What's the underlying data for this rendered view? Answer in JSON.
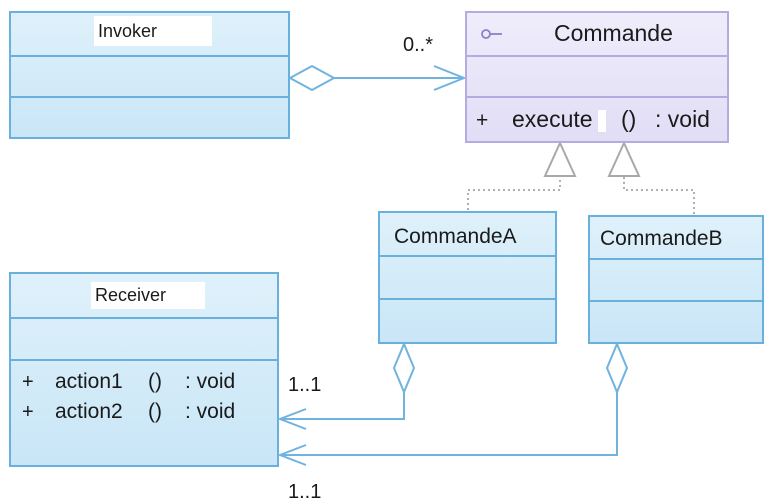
{
  "diagram": {
    "classes": {
      "invoker": {
        "name": "Invoker",
        "members": []
      },
      "commande": {
        "name": "Commande",
        "stereotype_icon": "interface-lollipop-icon",
        "members": [
          {
            "visibility": "+",
            "name": "execute",
            "params": "()",
            "type": ": void"
          }
        ]
      },
      "commandeA": {
        "name": "CommandeA",
        "members": []
      },
      "commandeB": {
        "name": "CommandeB",
        "members": []
      },
      "receiver": {
        "name": "Receiver",
        "members": [
          {
            "visibility": "+",
            "name": "action1",
            "params": "()",
            "type": ": void"
          },
          {
            "visibility": "+",
            "name": "action2",
            "params": "()",
            "type": ": void"
          }
        ]
      }
    },
    "relations": {
      "invoker_commande": {
        "type": "aggregation",
        "multiplicity": "0..*"
      },
      "commandeA_receiver": {
        "type": "aggregation",
        "multiplicity": "1..1"
      },
      "commandeB_receiver": {
        "type": "aggregation",
        "multiplicity": "1..1"
      },
      "commandeA_commande": {
        "type": "realization"
      },
      "commandeB_commande": {
        "type": "realization"
      }
    },
    "colors": {
      "class_fill": "#d6edf9",
      "class_stroke": "#6ab0dc",
      "interface_fill": "#e9e6f8",
      "interface_stroke": "#b4abe0",
      "connector": "#6fb3e0",
      "realization": "#a9a9a9"
    }
  }
}
